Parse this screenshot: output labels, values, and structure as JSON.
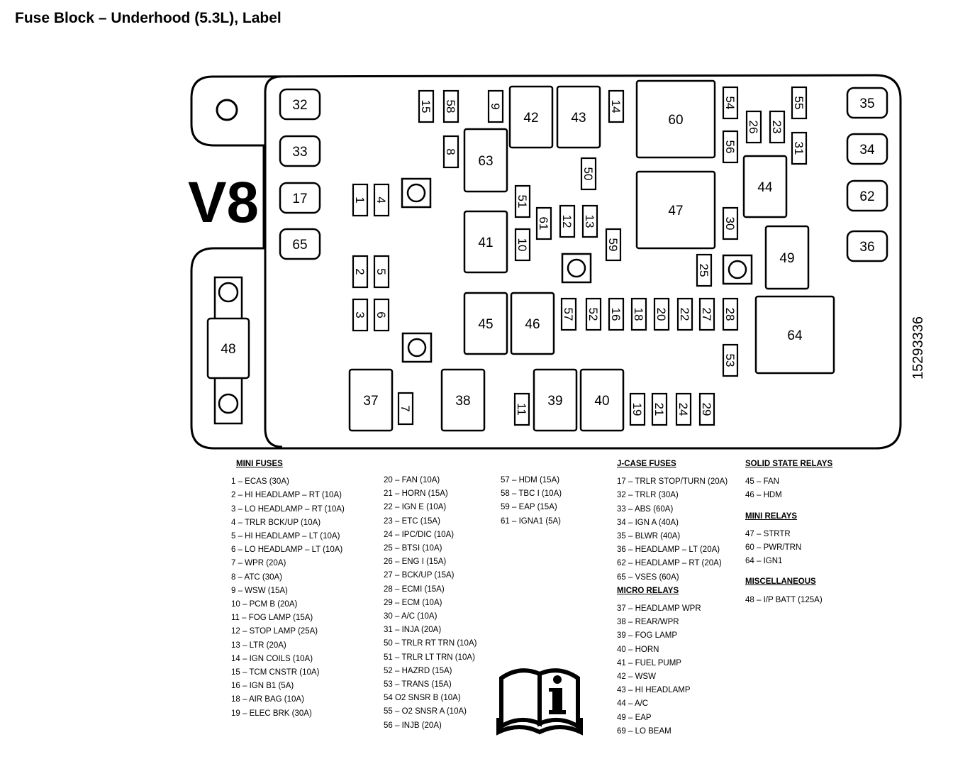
{
  "title": "Fuse Block – Underhood (5.3L), Label",
  "engine_label": "V8",
  "part_number": "15293336",
  "colors": {
    "line": "#000000",
    "background": "#ffffff"
  },
  "icons": {
    "manual": "owner-manual-info-icon"
  },
  "labels": {
    "m32": "32",
    "m33": "33",
    "m17": "17",
    "m65": "65",
    "m35": "35",
    "m34": "34",
    "m62": "62",
    "m36": "36",
    "b48": "48",
    "r63": "63",
    "r42": "42",
    "r43": "43",
    "r60": "60",
    "r41": "41",
    "r47": "47",
    "r44": "44",
    "r49": "49",
    "r45": "45",
    "r46": "46",
    "r64": "64",
    "r37": "37",
    "r38": "38",
    "r39": "39",
    "r40": "40",
    "f15": "15",
    "f58": "58",
    "f9": "9",
    "f14": "14",
    "f54": "54",
    "f55": "55",
    "f26": "26",
    "f23": "23",
    "f56": "56",
    "f31": "31",
    "f8": "8",
    "f50": "50",
    "f1": "1",
    "f4": "4",
    "f51": "51",
    "f61": "61",
    "f12": "12",
    "f13": "13",
    "f10": "10",
    "f59": "59",
    "f30": "30",
    "f2": "2",
    "f5": "5",
    "f25": "25",
    "f3": "3",
    "f6": "6",
    "f57": "57",
    "f52": "52",
    "f16": "16",
    "f18": "18",
    "f20": "20",
    "f22": "22",
    "f27": "27",
    "f28": "28",
    "f53": "53",
    "f7": "7",
    "f11": "11",
    "f19": "19",
    "f21": "21",
    "f24": "24",
    "f29": "29"
  },
  "legend": {
    "mini_fuses_header": "MINI FUSES",
    "mini_fuses_a": [
      "1 – ECAS (30A)",
      "2 – HI HEADLAMP – RT (10A)",
      "3 – LO HEADLAMP – RT (10A)",
      "4 – TRLR BCK/UP (10A)",
      "5 – HI HEADLAMP – LT (10A)",
      "6 – LO HEADLAMP – LT (10A)",
      "7 – WPR (20A)",
      "8 – ATC (30A)",
      "9 – WSW (15A)",
      "10 – PCM B (20A)",
      "11 – FOG LAMP (15A)",
      "12 – STOP LAMP (25A)",
      "13 – LTR (20A)",
      "14 – IGN COILS (10A)",
      "15 – TCM CNSTR (10A)",
      "16 – IGN B1 (5A)",
      "18 – AIR BAG (10A)",
      "19 – ELEC BRK (30A)"
    ],
    "mini_fuses_b": [
      "20 – FAN (10A)",
      "21 – HORN (15A)",
      "22 – IGN E (10A)",
      "23 – ETC (15A)",
      "24 – IPC/DIC (10A)",
      "25 – BTSI (10A)",
      "26 – ENG I (15A)",
      "27 – BCK/UP (15A)",
      "28 – ECMI (15A)",
      "29 – ECM (10A)",
      "30 – A/C (10A)",
      "31 – INJA (20A)",
      "50 – TRLR RT TRN (10A)",
      "51 – TRLR LT TRN (10A)",
      "52 – HAZRD (15A)",
      "53 – TRANS (15A)",
      "54    O2 SNSR B (10A)",
      "55 – O2 SNSR A (10A)",
      "56 – INJB (20A)"
    ],
    "mini_fuses_c": [
      "57 – HDM (15A)",
      "58 – TBC I (10A)",
      "59 – EAP (15A)",
      "61 – IGNA1 (5A)"
    ],
    "jcase_header": "J-CASE FUSES",
    "jcase": [
      "17 – TRLR STOP/TURN (20A)",
      "32 – TRLR (30A)",
      "33 – ABS (60A)",
      "34 – IGN A (40A)",
      "35 – BLWR (40A)",
      "36 – HEADLAMP – LT (20A)",
      "62 – HEADLAMP – RT (20A)",
      "65 – VSES (60A)"
    ],
    "micro_header": "MICRO RELAYS",
    "micro": [
      "37 – HEADLAMP WPR",
      "38 – REAR/WPR",
      "39 – FOG LAMP",
      "40 – HORN",
      "41 – FUEL PUMP",
      "42 – WSW",
      "43 – HI HEADLAMP",
      "44 – A/C",
      "49 – EAP",
      "69 – LO BEAM"
    ],
    "ssr_header": "SOLID STATE RELAYS",
    "ssr": [
      "45 – FAN",
      "46 – HDM"
    ],
    "mini_relays_header": "MINI RELAYS",
    "mini_relays": [
      "47 – STRTR",
      "60 – PWR/TRN",
      "64 – IGN1"
    ],
    "misc_header": "MISCELLANEOUS",
    "misc": [
      "48 – I/P BATT (125A)"
    ]
  }
}
